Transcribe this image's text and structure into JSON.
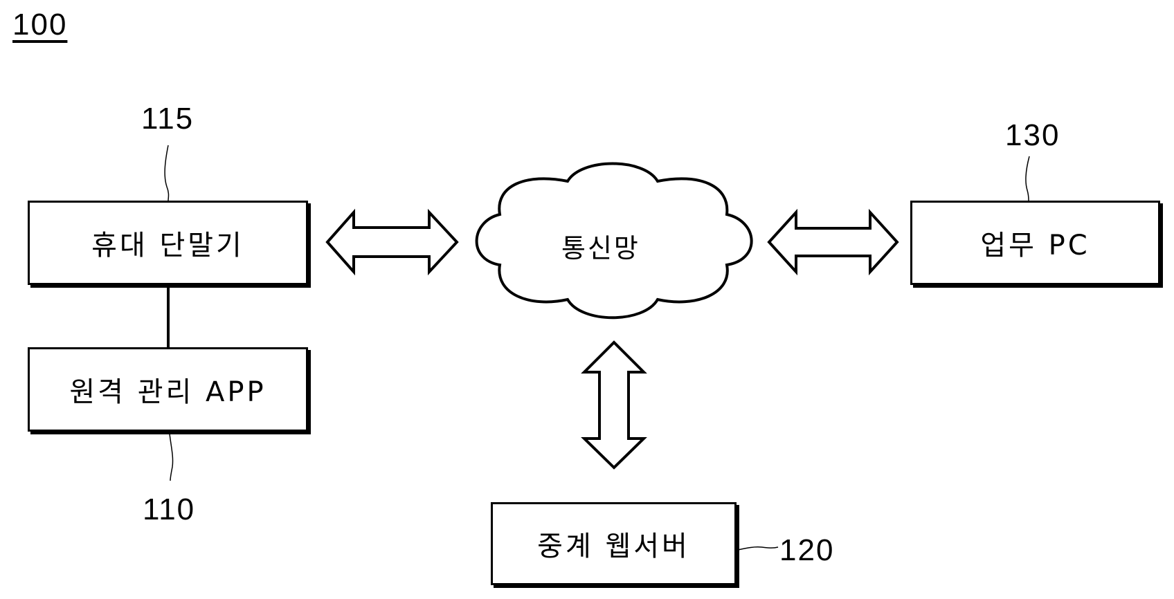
{
  "figure": {
    "number": "100"
  },
  "nodes": {
    "mobile_terminal": {
      "ref": "115",
      "label": "휴대 단말기"
    },
    "remote_app": {
      "ref": "110",
      "label": "원격 관리 APP"
    },
    "network": {
      "label": "통신망"
    },
    "relay_server": {
      "ref": "120",
      "label": "중계 웹서버"
    },
    "work_pc": {
      "ref": "130",
      "label": "업무 PC"
    }
  },
  "connections": [
    {
      "from": "mobile_terminal",
      "to": "network",
      "type": "bidirectional-arrow"
    },
    {
      "from": "network",
      "to": "work_pc",
      "type": "bidirectional-arrow"
    },
    {
      "from": "network",
      "to": "relay_server",
      "type": "bidirectional-arrow"
    },
    {
      "from": "mobile_terminal",
      "to": "remote_app",
      "type": "line"
    }
  ]
}
